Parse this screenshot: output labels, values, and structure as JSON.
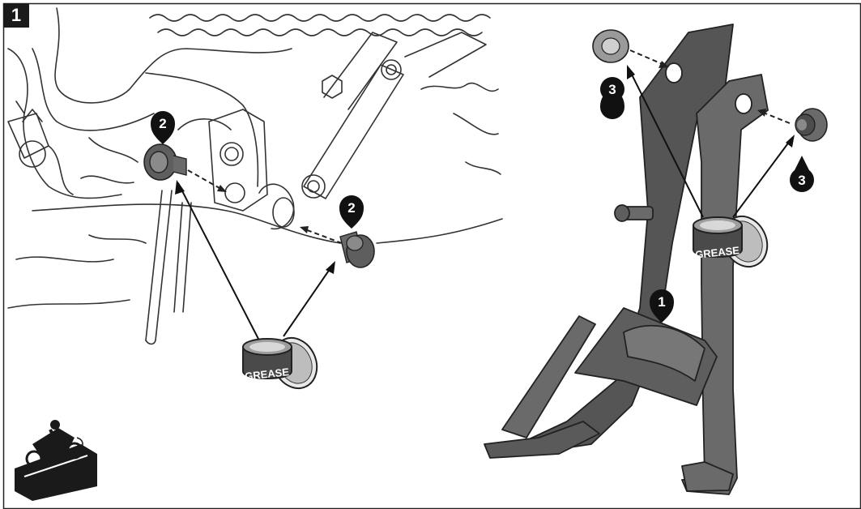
{
  "figure": {
    "step_number": "1",
    "callouts": {
      "left_top": "2",
      "left_right": "2",
      "stand_main": "1",
      "stand_top": "3",
      "stand_right": "3"
    },
    "grease_label": "GREASE"
  },
  "colors": {
    "stand_fill": "#6a6a6a",
    "stand_dark": "#4d4d4d",
    "bushing_fill": "#5e5e5e",
    "washer_fill": "#9a9a9a",
    "callout_fill": "#111111",
    "line_art": "#333333"
  },
  "icons": [
    "grease-can-icon",
    "motorcycle-on-stand-icon",
    "callout-pin-icon"
  ]
}
